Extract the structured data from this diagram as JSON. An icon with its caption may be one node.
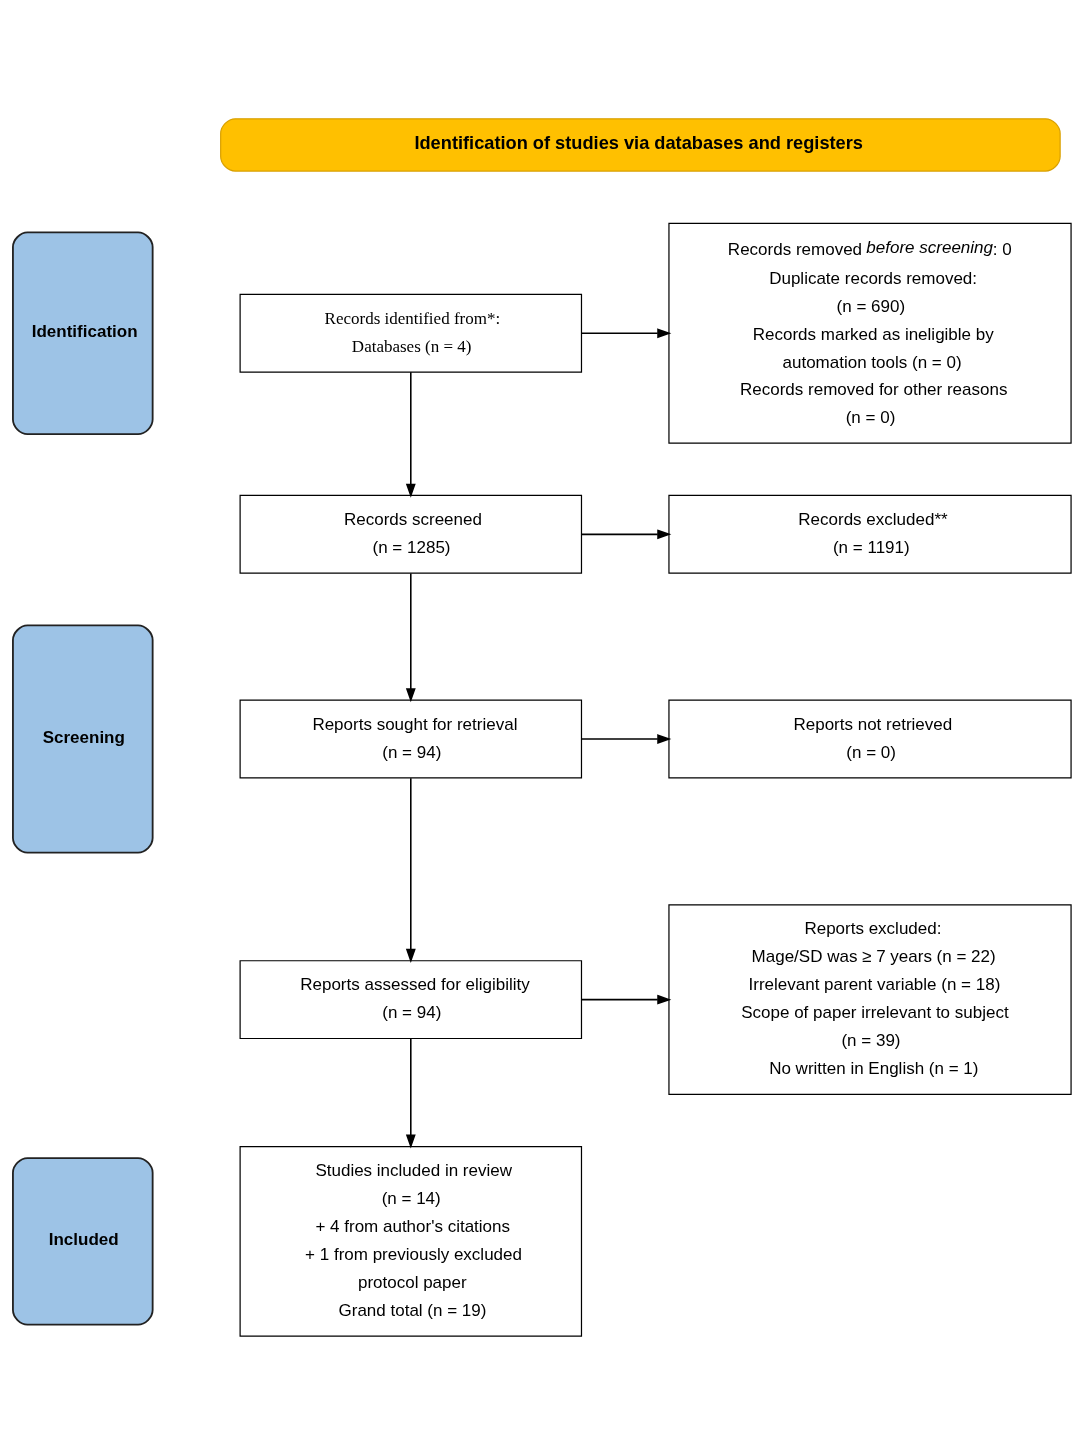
{
  "diagram": {
    "nodes": [
      {
        "text": [
          "Identification of studies via databases and registers"
        ]
      },
      {
        "text": [
          "Identification"
        ]
      },
      {
        "text": [
          "Records identified from*:",
          "Databases (n = 4)"
        ]
      },
      {
        "text": [
          "Records removed *before screening*: 0",
          "Duplicate records removed: (n = 690)",
          "Records marked as ineligible by automation tools (n = 0)",
          "Records removed for other reasons (n = 0)"
        ]
      },
      {
        "text": [
          "Screening"
        ]
      },
      {
        "text": [
          "Records screened",
          "(n = 1285)"
        ]
      },
      {
        "text": [
          "Records excluded**",
          "(n = 1191)"
        ]
      },
      {
        "text": [
          "Reports sought for retrieval",
          "(n = 94)"
        ]
      },
      {
        "text": [
          "Reports not retrieved",
          "(n = 0)"
        ]
      },
      {
        "text": [
          "Reports assessed for eligibility",
          "(n = 94)"
        ]
      },
      {
        "text": [
          "Reports excluded:",
          "Mage/SD was ≥ 7 years (n = 22)",
          "Irrelevant parent variable (n = 18)",
          "Scope of paper irrelevant to subject (n = 39)",
          "No written in English (n = 1)"
        ]
      },
      {
        "text": [
          "Included"
        ]
      },
      {
        "text": [
          "Studies included in review (n = 14)",
          "+ 4 from author's citations",
          "+ 1 from previously excluded protocol paper",
          "Grand total (n = 19)"
        ]
      }
    ],
    "edges": [
      {
        "from": 2,
        "to": 3,
        "arrow": "to"
      },
      {
        "from": 2,
        "to": 5,
        "arrow": "to"
      },
      {
        "from": 5,
        "to": 6,
        "arrow": "to"
      },
      {
        "from": 5,
        "to": 7,
        "arrow": "to"
      },
      {
        "from": 7,
        "to": 8,
        "arrow": "to"
      },
      {
        "from": 7,
        "to": 9,
        "arrow": "to"
      },
      {
        "from": 9,
        "to": 10,
        "arrow": "to"
      },
      {
        "from": 9,
        "to": 12,
        "arrow": "to"
      }
    ]
  }
}
